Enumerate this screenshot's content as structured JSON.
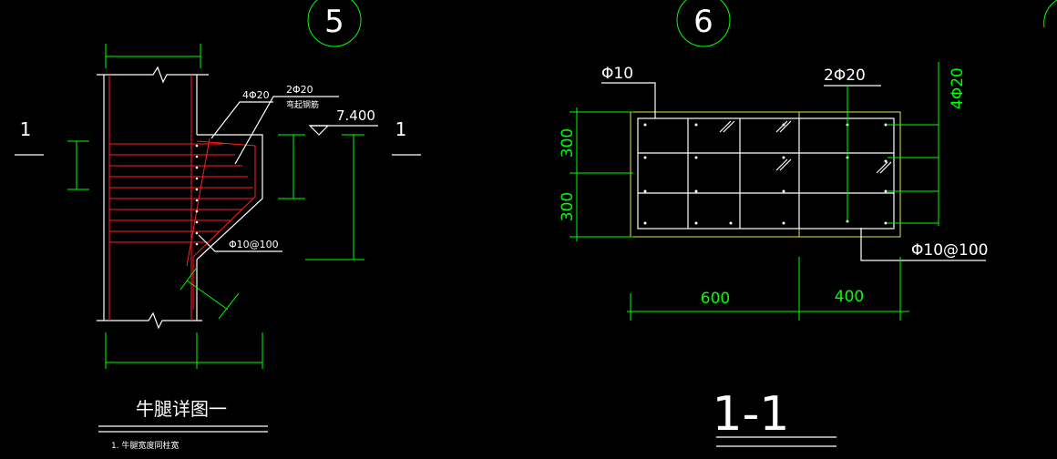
{
  "detail_5": {
    "bubble": "5",
    "section_mark_left": "1",
    "section_mark_right": "1",
    "leader_4phi20": "4Φ20",
    "leader_2phi20": "2Φ20",
    "leader_2phi20_note": "弯起钢筋",
    "elevation": "7.400",
    "leader_stirrup": "Φ10@100",
    "title": "牛腿详图一",
    "note": "1. 牛腿宽度同柱宽"
  },
  "detail_6": {
    "bubble": "6",
    "leader_phi10": "Φ10",
    "leader_2phi20": "2Φ20",
    "leader_4phi20": "4Φ20",
    "leader_stirrup": "Φ10@100",
    "dim_height_top": "300",
    "dim_height_bottom": "300",
    "dim_width_left": "600",
    "dim_width_right": "400",
    "title": "1-1"
  },
  "colors": {
    "background": "#000000",
    "outline": "#ffffff",
    "dimension": "#00ff00",
    "rebar": "#ff2020",
    "section_outline": "#e6e64c"
  }
}
